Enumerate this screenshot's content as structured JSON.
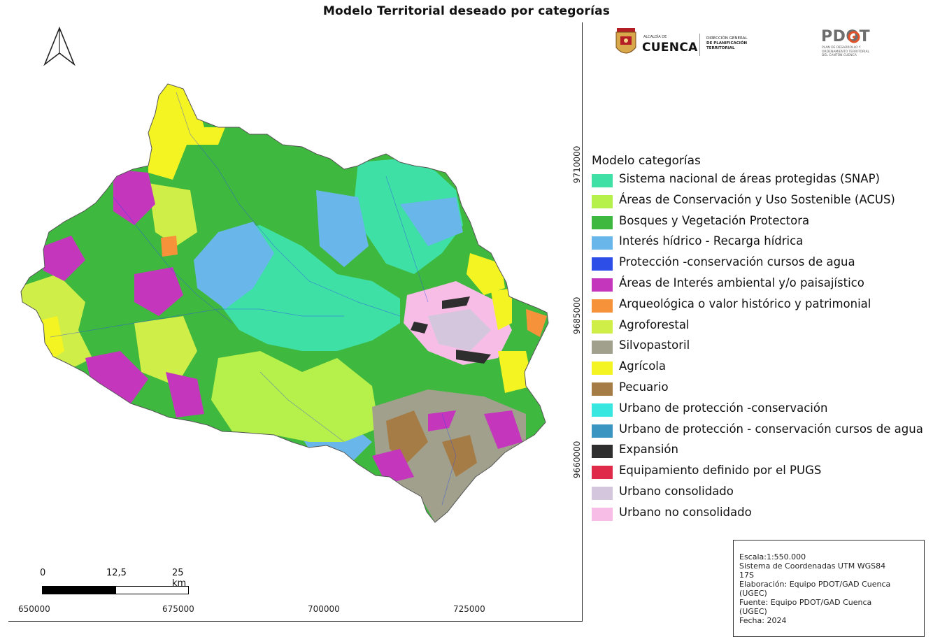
{
  "title": "Modelo Territorial deseado por categorías",
  "logos": {
    "alcaldia": "ALCALDÍA DE",
    "cuenca": "CUENCA",
    "direccion": [
      "DIRECCIÓN GENERAL",
      "DE PLANIFICACIÓN",
      "TERRITORIAL"
    ],
    "pdot": "PDOT",
    "pdot_sub": [
      "PLAN DE DESARROLLO Y",
      "ORDENAMIENTO TERRITORIAL",
      "DEL CANTÓN CUENCA"
    ]
  },
  "legend": {
    "title": "Modelo categorías",
    "items": [
      {
        "label": "Sistema nacional de áreas protegidas (SNAP)",
        "color": "#3fe0a6"
      },
      {
        "label": "Áreas de Conservación y Uso Sostenible (ACUS)",
        "color": "#b6f04a"
      },
      {
        "label": "Bosques y Vegetación Protectora",
        "color": "#3fb83f"
      },
      {
        "label": "Interés hídrico - Recarga hídrica",
        "color": "#68b6ea"
      },
      {
        "label": "Protección -conservación cursos de agua",
        "color": "#2e4ee8"
      },
      {
        "label": "Áreas de Interés ambiental y/o paisajístico",
        "color": "#c436bc"
      },
      {
        "label": "Arqueológica o valor histórico y patrimonial",
        "color": "#f6923a"
      },
      {
        "label": "Agroforestal",
        "color": "#cfee48"
      },
      {
        "label": "Silvopastoril",
        "color": "#a0a08c"
      },
      {
        "label": "Agrícola",
        "color": "#f4f422"
      },
      {
        "label": "Pecuario",
        "color": "#a67c46"
      },
      {
        "label": "Urbano de protección -conservación",
        "color": "#38e8e0"
      },
      {
        "label": "Urbano de protección - conservación cursos de agua",
        "color": "#3a96c0"
      },
      {
        "label": "Expansión",
        "color": "#2e2e2e"
      },
      {
        "label": "Equipamiento definido por el PUGS",
        "color": "#e02a4a"
      },
      {
        "label": "Urbano consolidado",
        "color": "#d4c6dc"
      },
      {
        "label": "Urbano no consolidado",
        "color": "#f8bde6"
      }
    ]
  },
  "axes": {
    "x_ticks": [
      "650000",
      "675000",
      "700000",
      "725000"
    ],
    "y_ticks": [
      "9710000",
      "9685000",
      "9660000"
    ]
  },
  "scale_bar": {
    "labels": [
      "0",
      "12,5",
      "25 km"
    ]
  },
  "info": {
    "lines": [
      "Escala:1:550.000",
      "Sistema de Coordenadas UTM WGS84",
      "17S",
      "Elaboración: Equipo PDOT/GAD Cuenca",
      "(UGEC)",
      "Fuente: Equipo PDOT/GAD Cuenca",
      "(UGEC)",
      "Fecha: 2024"
    ]
  }
}
